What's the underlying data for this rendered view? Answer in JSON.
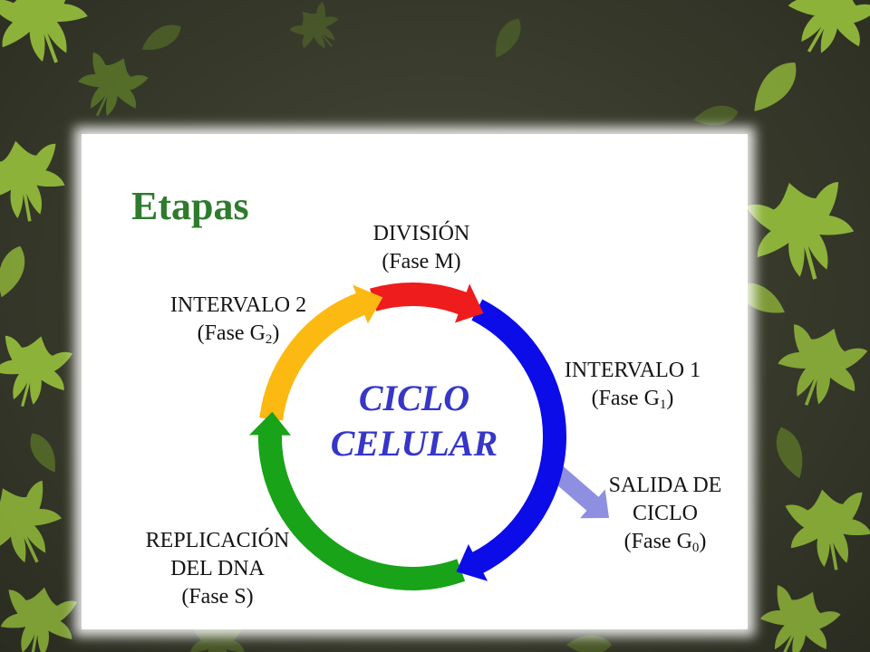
{
  "slide": {
    "title": "Etapas",
    "center_line1": "CICLO",
    "center_line2": "CELULAR"
  },
  "labels": {
    "division": {
      "line1": "DIVISIÓN",
      "phase": "(Fase M)",
      "color": "#ee1c1c"
    },
    "interval1": {
      "line1": "INTERVALO 1",
      "phase_pre": "(Fase G",
      "phase_sub": "1",
      "phase_post": ")",
      "color": "#0c0ce8"
    },
    "exit": {
      "line1": "SALIDA DE",
      "line2": "CICLO",
      "phase_pre": "(Fase G",
      "phase_sub": "0",
      "phase_post": ")",
      "color": "#8e8fe1"
    },
    "replication": {
      "line1": "REPLICACIÓN",
      "line2": "DEL DNA",
      "phase": "(Fase S)",
      "color": "#18a318"
    },
    "interval2": {
      "line1": "INTERVALO 2",
      "phase_pre": "(Fase G",
      "phase_sub": "2",
      "phase_post": ")",
      "color": "#fbb912"
    }
  },
  "colors": {
    "title": "#2e7b2e",
    "center_text": "#3636c8",
    "label_text": "#141414",
    "panel": "#ffffff",
    "background": "#3a3d2d",
    "leaf_light": "#8db23a",
    "leaf_dark": "#5d7a28"
  }
}
